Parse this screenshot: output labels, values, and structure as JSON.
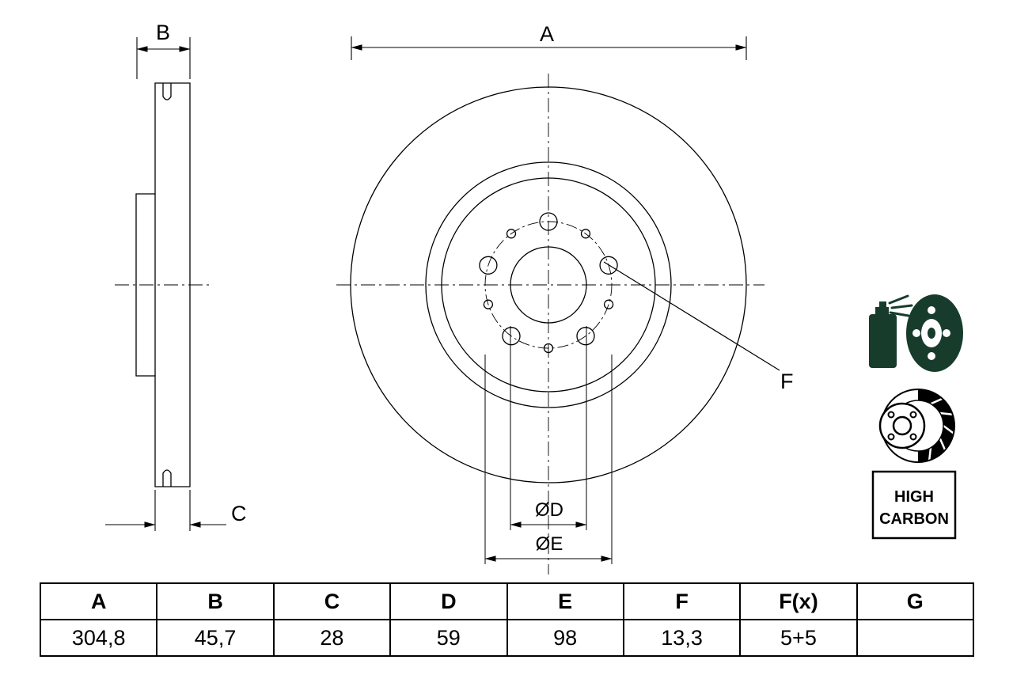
{
  "drawing": {
    "dimension_labels": {
      "a": "A",
      "b": "B",
      "c": "C",
      "d": "ØD",
      "e": "ØE",
      "f": "F"
    }
  },
  "badge": {
    "line1": "HIGH",
    "line2": "CARBON"
  },
  "table": {
    "headers": [
      "A",
      "B",
      "C",
      "D",
      "E",
      "F",
      "F(x)",
      "G"
    ],
    "values": [
      "304,8",
      "45,7",
      "28",
      "59",
      "98",
      "13,3",
      "5+5",
      ""
    ]
  },
  "colors": {
    "line": "#000000",
    "coated_icon_green": "#173c2c"
  }
}
